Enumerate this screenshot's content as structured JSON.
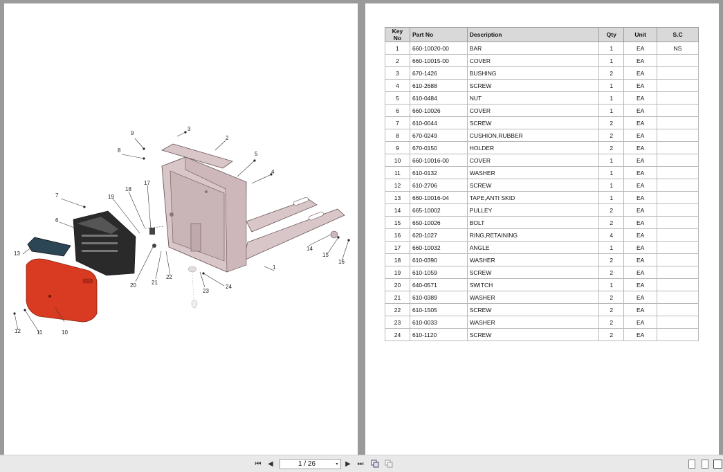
{
  "viewer": {
    "page_indicator": "1 / 26",
    "dropdown_glyph": "▾",
    "first_glyph": "⏮",
    "prev_glyph": "◀",
    "next_glyph": "▶",
    "last_glyph": "⏭"
  },
  "diagram": {
    "callouts": [
      "1",
      "2",
      "3",
      "4",
      "5",
      "6",
      "7",
      "8",
      "9",
      "10",
      "11",
      "12",
      "13",
      "14",
      "15",
      "16",
      "17",
      "18",
      "19",
      "20",
      "21",
      "22",
      "23",
      "24"
    ],
    "colors": {
      "cover_red": "#d93b22",
      "frame": "#d9c6c8",
      "battery": "#2a2a2a",
      "pad": "#2c4656"
    }
  },
  "table": {
    "headers": {
      "key": "Key No",
      "part": "Part No",
      "desc": "Description",
      "qty": "Qty",
      "unit": "Unit",
      "sc": "S.C"
    },
    "rows": [
      {
        "key": "1",
        "part": "660-10020-00",
        "desc": "BAR",
        "qty": "1",
        "unit": "EA",
        "sc": "NS"
      },
      {
        "key": "2",
        "part": "660-10015-00",
        "desc": "COVER",
        "qty": "1",
        "unit": "EA",
        "sc": ""
      },
      {
        "key": "3",
        "part": "670-1426",
        "desc": "BUSHING",
        "qty": "2",
        "unit": "EA",
        "sc": ""
      },
      {
        "key": "4",
        "part": "610-2688",
        "desc": "SCREW",
        "qty": "1",
        "unit": "EA",
        "sc": ""
      },
      {
        "key": "5",
        "part": "610-0484",
        "desc": "NUT",
        "qty": "1",
        "unit": "EA",
        "sc": ""
      },
      {
        "key": "6",
        "part": "660-10026",
        "desc": "COVER",
        "qty": "1",
        "unit": "EA",
        "sc": ""
      },
      {
        "key": "7",
        "part": "610-0044",
        "desc": "SCREW",
        "qty": "2",
        "unit": "EA",
        "sc": ""
      },
      {
        "key": "8",
        "part": "670-0249",
        "desc": "CUSHION,RUBBER",
        "qty": "2",
        "unit": "EA",
        "sc": ""
      },
      {
        "key": "9",
        "part": "670-0150",
        "desc": "HOLDER",
        "qty": "2",
        "unit": "EA",
        "sc": ""
      },
      {
        "key": "10",
        "part": "660-10016-00",
        "desc": "COVER",
        "qty": "1",
        "unit": "EA",
        "sc": ""
      },
      {
        "key": "11",
        "part": "610-0132",
        "desc": "WASHER",
        "qty": "1",
        "unit": "EA",
        "sc": ""
      },
      {
        "key": "12",
        "part": "610-2706",
        "desc": "SCREW",
        "qty": "1",
        "unit": "EA",
        "sc": ""
      },
      {
        "key": "13",
        "part": "660-10016-04",
        "desc": "TAPE,ANTI SKID",
        "qty": "1",
        "unit": "EA",
        "sc": ""
      },
      {
        "key": "14",
        "part": "665-10002",
        "desc": "PULLEY",
        "qty": "2",
        "unit": "EA",
        "sc": ""
      },
      {
        "key": "15",
        "part": "650-10026",
        "desc": "BOLT",
        "qty": "2",
        "unit": "EA",
        "sc": ""
      },
      {
        "key": "16",
        "part": "620-1027",
        "desc": "RING,RETAINING",
        "qty": "4",
        "unit": "EA",
        "sc": ""
      },
      {
        "key": "17",
        "part": "660-10032",
        "desc": "ANGLE",
        "qty": "1",
        "unit": "EA",
        "sc": ""
      },
      {
        "key": "18",
        "part": "610-0390",
        "desc": "WASHER",
        "qty": "2",
        "unit": "EA",
        "sc": ""
      },
      {
        "key": "19",
        "part": "610-1059",
        "desc": "SCREW",
        "qty": "2",
        "unit": "EA",
        "sc": ""
      },
      {
        "key": "20",
        "part": "640-0571",
        "desc": "SWITCH",
        "qty": "1",
        "unit": "EA",
        "sc": ""
      },
      {
        "key": "21",
        "part": "610-0389",
        "desc": "WASHER",
        "qty": "2",
        "unit": "EA",
        "sc": ""
      },
      {
        "key": "22",
        "part": "610-1505",
        "desc": "SCREW",
        "qty": "2",
        "unit": "EA",
        "sc": ""
      },
      {
        "key": "23",
        "part": "610-0033",
        "desc": "WASHER",
        "qty": "2",
        "unit": "EA",
        "sc": ""
      },
      {
        "key": "24",
        "part": "610-1120",
        "desc": "SCREW",
        "qty": "2",
        "unit": "EA",
        "sc": ""
      }
    ]
  }
}
